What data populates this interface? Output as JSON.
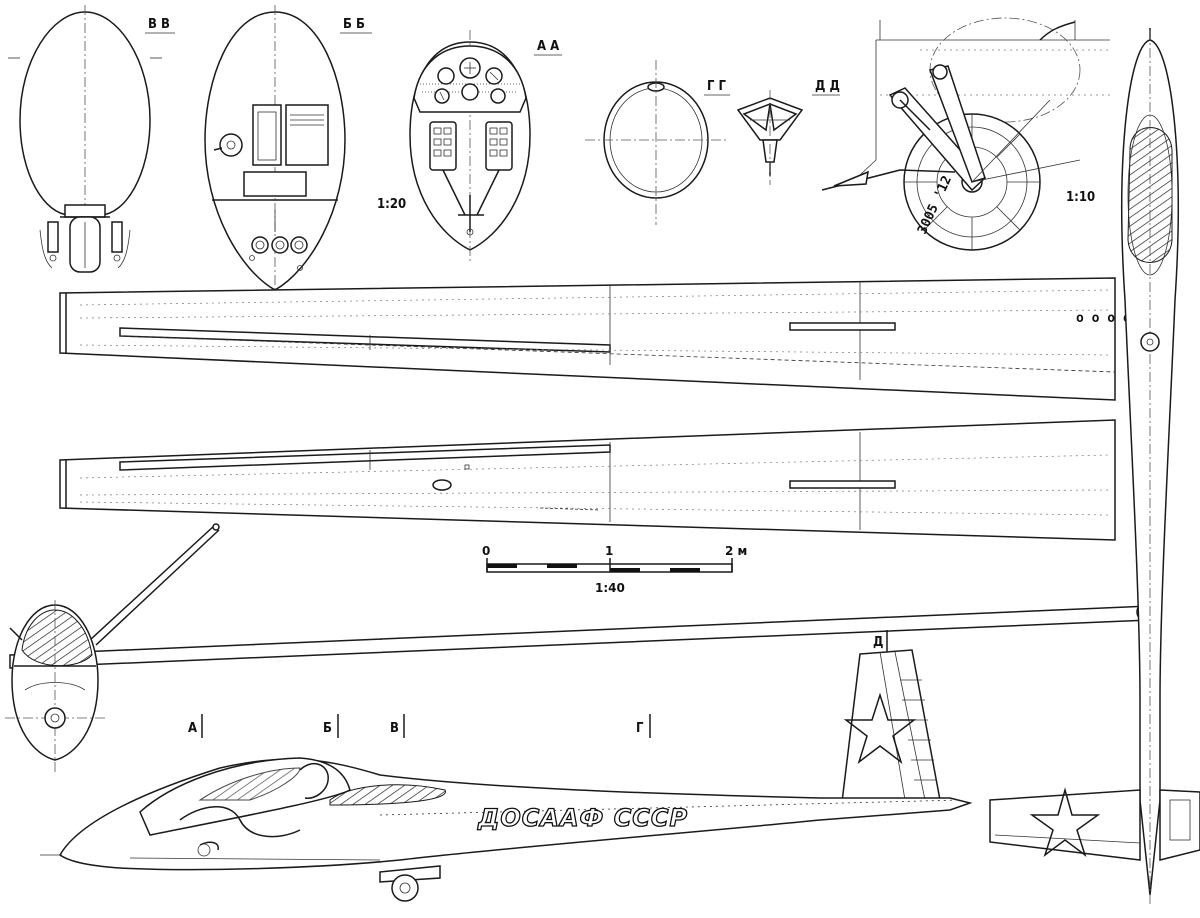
{
  "sections": {
    "vv": "В В",
    "bb": "Б Б",
    "aa": "А А",
    "gg": "Г Г",
    "dd": "Д Д"
  },
  "scales": {
    "views": "1:20",
    "wheel": "1:10",
    "main": "1:40"
  },
  "scale_bar": {
    "tick_0": "0",
    "tick_1": "1",
    "tick_2": "2 м"
  },
  "section_marks": {
    "a": "А",
    "b": "Б",
    "v": "В",
    "g": "Г",
    "d": "Д"
  },
  "fuselage_marking": "ДОСААФ СССР",
  "wheel_marking": "3005 '12"
}
